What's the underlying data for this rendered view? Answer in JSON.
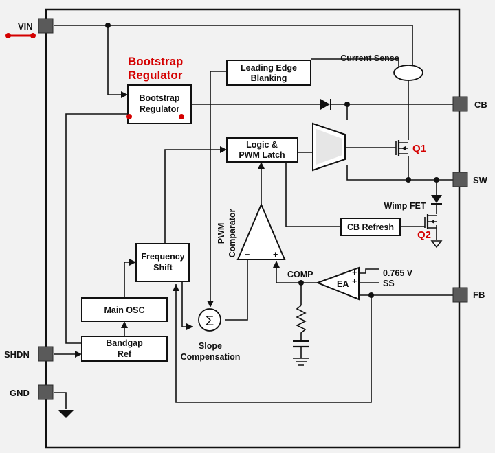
{
  "blocks": {
    "bootstrap_title": [
      "Bootstrap",
      "Regulator"
    ],
    "bootstrap_box": [
      "Bootstrap",
      "Regulator"
    ],
    "leading_edge": [
      "Leading Edge",
      "Blanking"
    ],
    "logic_latch": [
      "Logic &",
      "PWM Latch"
    ],
    "frequency_shift": [
      "Frequency",
      "Shift"
    ],
    "main_osc": "Main OSC",
    "bandgap": [
      "Bandgap",
      "Ref"
    ],
    "cb_refresh": "CB Refresh",
    "current_sense": "Current Sense",
    "wimp_fet": "Wimp FET",
    "q1": "Q1",
    "q2": "Q2",
    "pwm_comparator": [
      "PWM",
      "Comparator"
    ],
    "comp": "COMP",
    "ea": "EA",
    "vref": "0.765 V",
    "ss": "SS",
    "slope": [
      "Slope",
      "Compensation"
    ],
    "sigma": "Σ",
    "minus": "−",
    "plus": "+"
  },
  "pins": {
    "vin": "VIN",
    "cb": "CB",
    "sw": "SW",
    "fb": "FB",
    "shdn": "SHDN",
    "gnd": "GND"
  },
  "colors": {
    "accent": "#d40000"
  }
}
